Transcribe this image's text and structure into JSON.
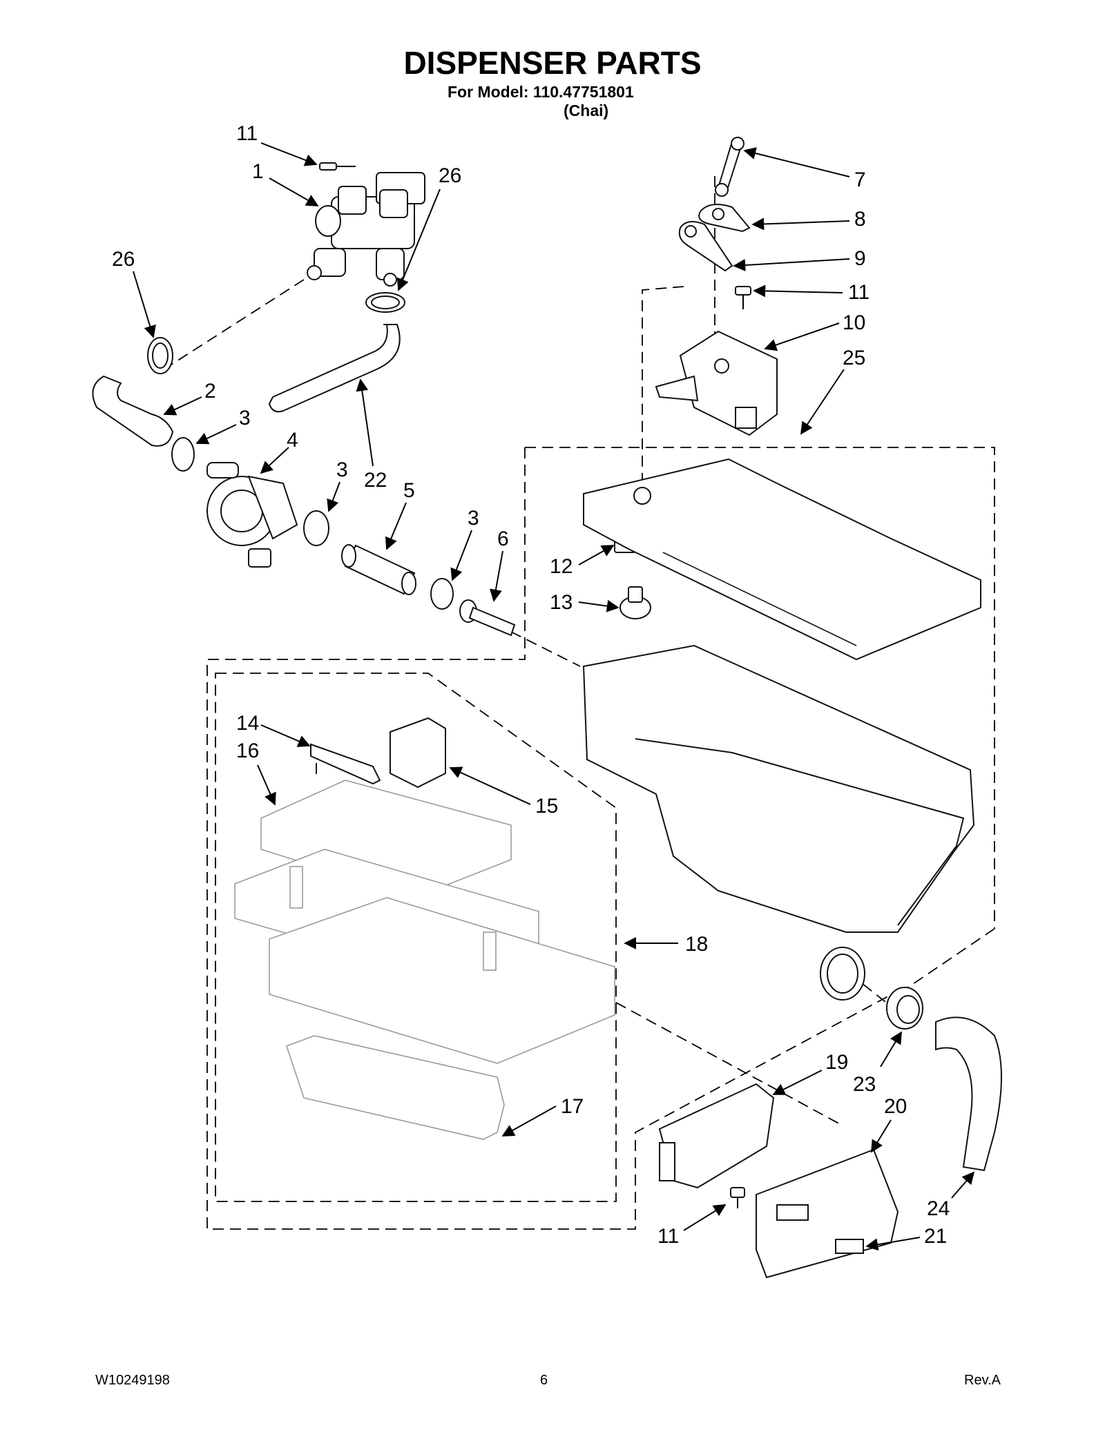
{
  "header": {
    "title": "DISPENSER PARTS",
    "model_line": "For Model: 110.47751801",
    "variant": "(Chai)"
  },
  "footer": {
    "doc_number": "W10249198",
    "page_number": "6",
    "revision": "Rev.A"
  },
  "callouts": [
    "11",
    "1",
    "26",
    "7",
    "8",
    "9",
    "11",
    "10",
    "25",
    "26",
    "2",
    "3",
    "4",
    "3",
    "22",
    "5",
    "3",
    "6",
    "12",
    "13",
    "14",
    "16",
    "15",
    "18",
    "19",
    "23",
    "20",
    "17",
    "24",
    "11",
    "21"
  ]
}
